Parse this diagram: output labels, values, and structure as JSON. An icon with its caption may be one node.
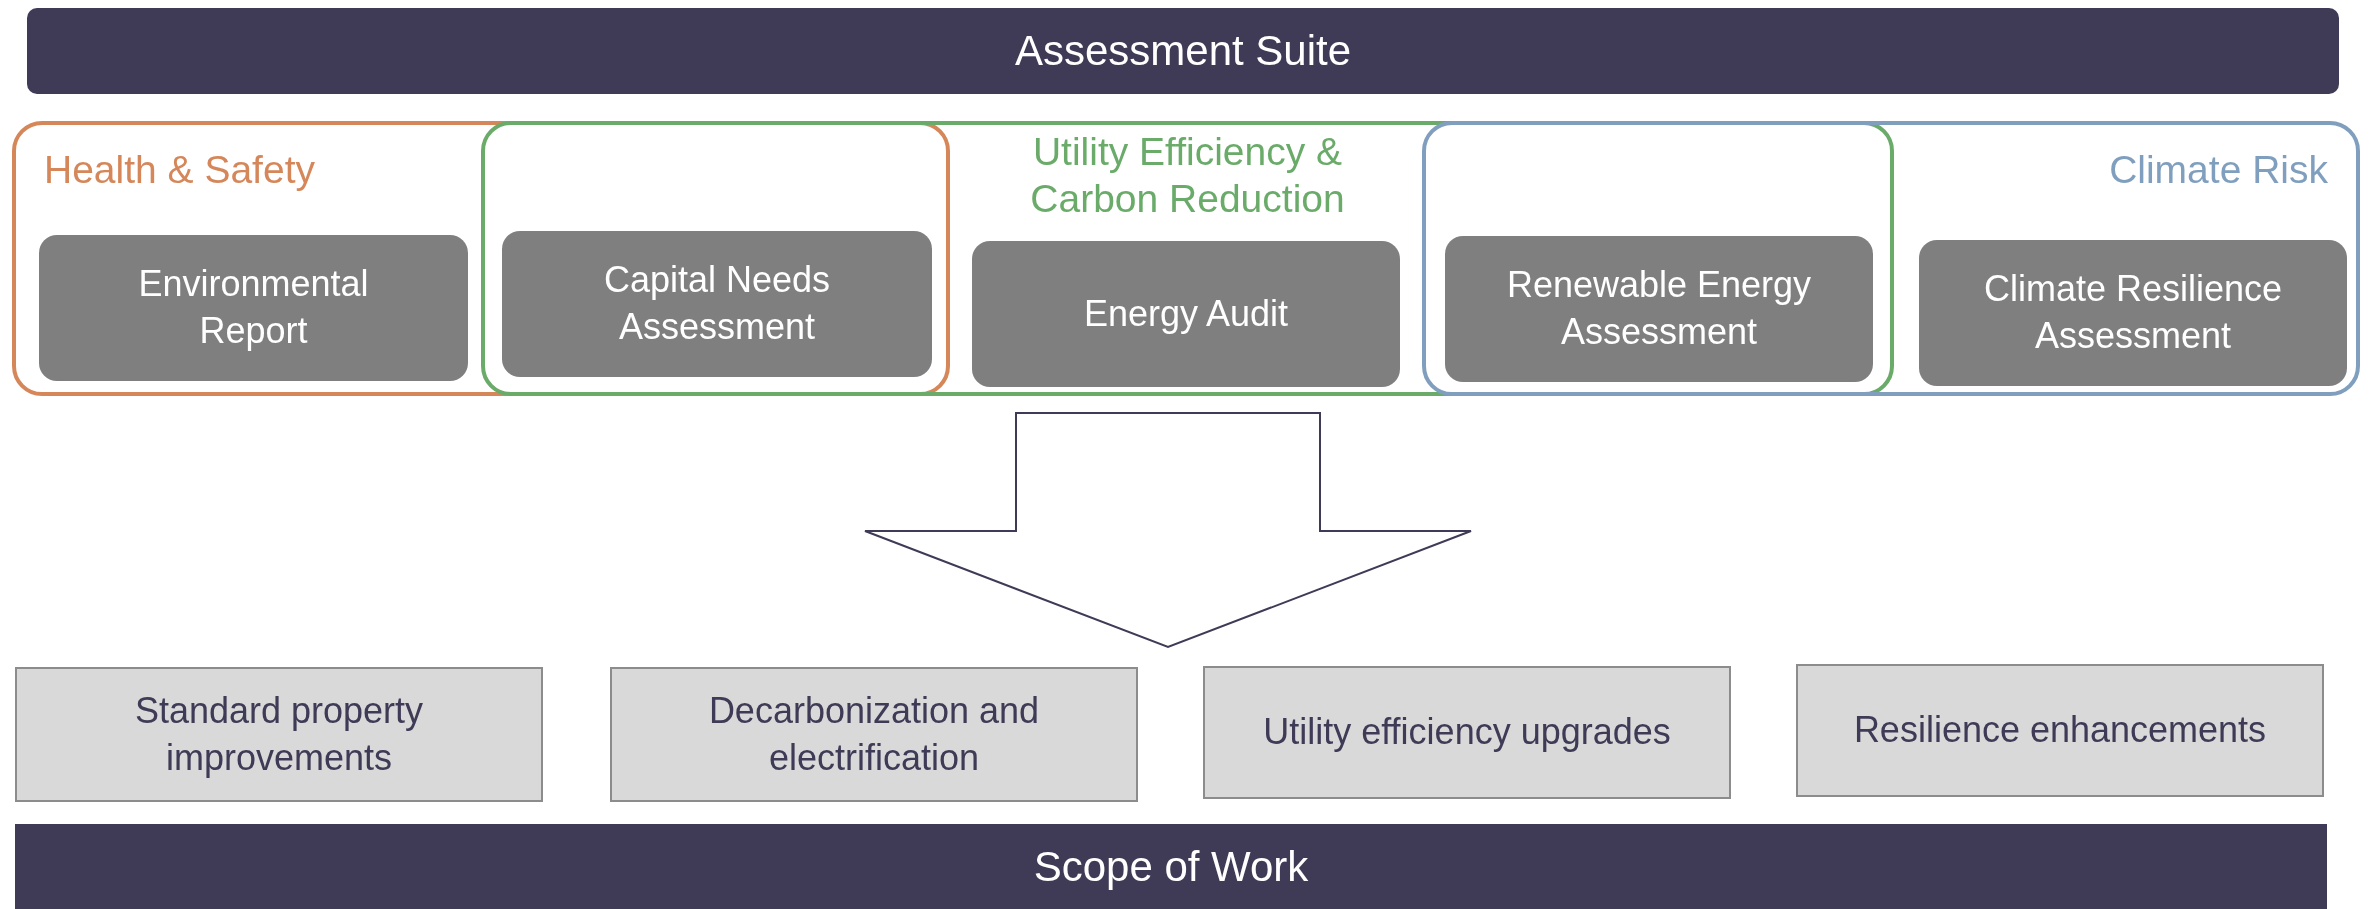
{
  "diagram": {
    "nodes": [
      {
        "text": [
          "Assessment Suite"
        ]
      },
      {
        "text": [
          "Health & Safety"
        ]
      },
      {
        "text": [
          "Utility Efficiency & Carbon Reduction"
        ]
      },
      {
        "text": [
          "Climate Risk"
        ]
      },
      {
        "text": [
          "Environmental Report"
        ],
        "in": 1
      },
      {
        "text": [
          "Capital Needs Assessment"
        ]
      },
      {
        "text": [
          "Energy Audit"
        ],
        "in": 2
      },
      {
        "text": [
          "Renewable Energy Assessment"
        ]
      },
      {
        "text": [
          "Climate Resilience Assessment"
        ],
        "in": 3
      },
      {
        "text": [
          "Standard property improvements"
        ]
      },
      {
        "text": [
          "Decarbonization and electrification"
        ]
      },
      {
        "text": [
          "Utility efficiency upgrades"
        ]
      },
      {
        "text": [
          "Resilience enhancements"
        ]
      },
      {
        "text": [
          "Scope of Work"
        ]
      }
    ],
    "edges": [
      {
        "from": 6,
        "to": 10,
        "arrow": "to"
      }
    ]
  }
}
